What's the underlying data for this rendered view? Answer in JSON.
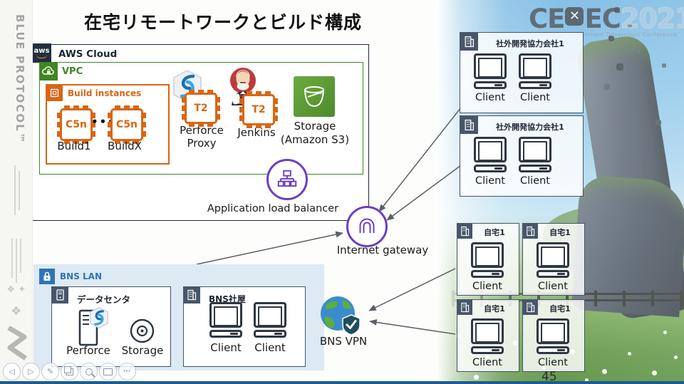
{
  "title": "在宅リモートワークとビルド構成",
  "page_number": "45",
  "branding": {
    "side_logo": "BLUE PROTOCOL™",
    "cedec": {
      "prefix": "CE",
      "x": "✕",
      "suffix": "EC",
      "year": "2021",
      "subtitle": "Computer Entertainment Developers Conference"
    }
  },
  "aws": {
    "logo_text": "aws",
    "cloud_label": "AWS Cloud",
    "vpc_label": "VPC",
    "build": {
      "label": "Build instances",
      "dots": "•••",
      "instances": [
        {
          "chip": "C5n",
          "name": "Build1"
        },
        {
          "chip": "C5n",
          "name": "BuildX"
        }
      ]
    },
    "perforce_proxy": {
      "chip": "T2",
      "line1": "Perforce",
      "line2": "Proxy"
    },
    "jenkins": {
      "chip": "T2",
      "label": "Jenkins"
    },
    "s3": {
      "line1": "Storage",
      "line2": "(Amazon S3)"
    },
    "alb_label": "Application load balancer",
    "igw_label": "Internet gateway"
  },
  "bns_lan": {
    "label": "BNS LAN",
    "datacenter": {
      "title": "データセンタ",
      "item_labels": [
        "Perforce",
        "Storage"
      ]
    },
    "office": {
      "title": "BNS社屋",
      "clients": [
        "Client",
        "Client"
      ]
    }
  },
  "vpn": {
    "label": "BNS VPN"
  },
  "partners": [
    {
      "title": "社外開発協力会社1",
      "clients": [
        "Client",
        "Client"
      ]
    },
    {
      "title": "社外開発協力会社1",
      "clients": [
        "Client",
        "Client"
      ]
    }
  ],
  "homes": [
    {
      "title": "自宅1",
      "client": "Client"
    },
    {
      "title": "自宅1",
      "client": "Client"
    },
    {
      "title": "自宅1",
      "client": "Client"
    },
    {
      "title": "自宅1",
      "client": "Client"
    }
  ],
  "toolbar": {
    "prev": "◁",
    "next": "▷",
    "pen": "✎",
    "more": "•••"
  },
  "colors": {
    "aws_orange": "#d86613",
    "aws_navy": "#232f3e",
    "vpc_green": "#3f8624",
    "aws_purple": "#6b3fc4",
    "bns_blue": "#2e75b6",
    "slate": "#47566b",
    "s3_green": "#5a9a33",
    "arrow_gray": "#5a5f63"
  }
}
